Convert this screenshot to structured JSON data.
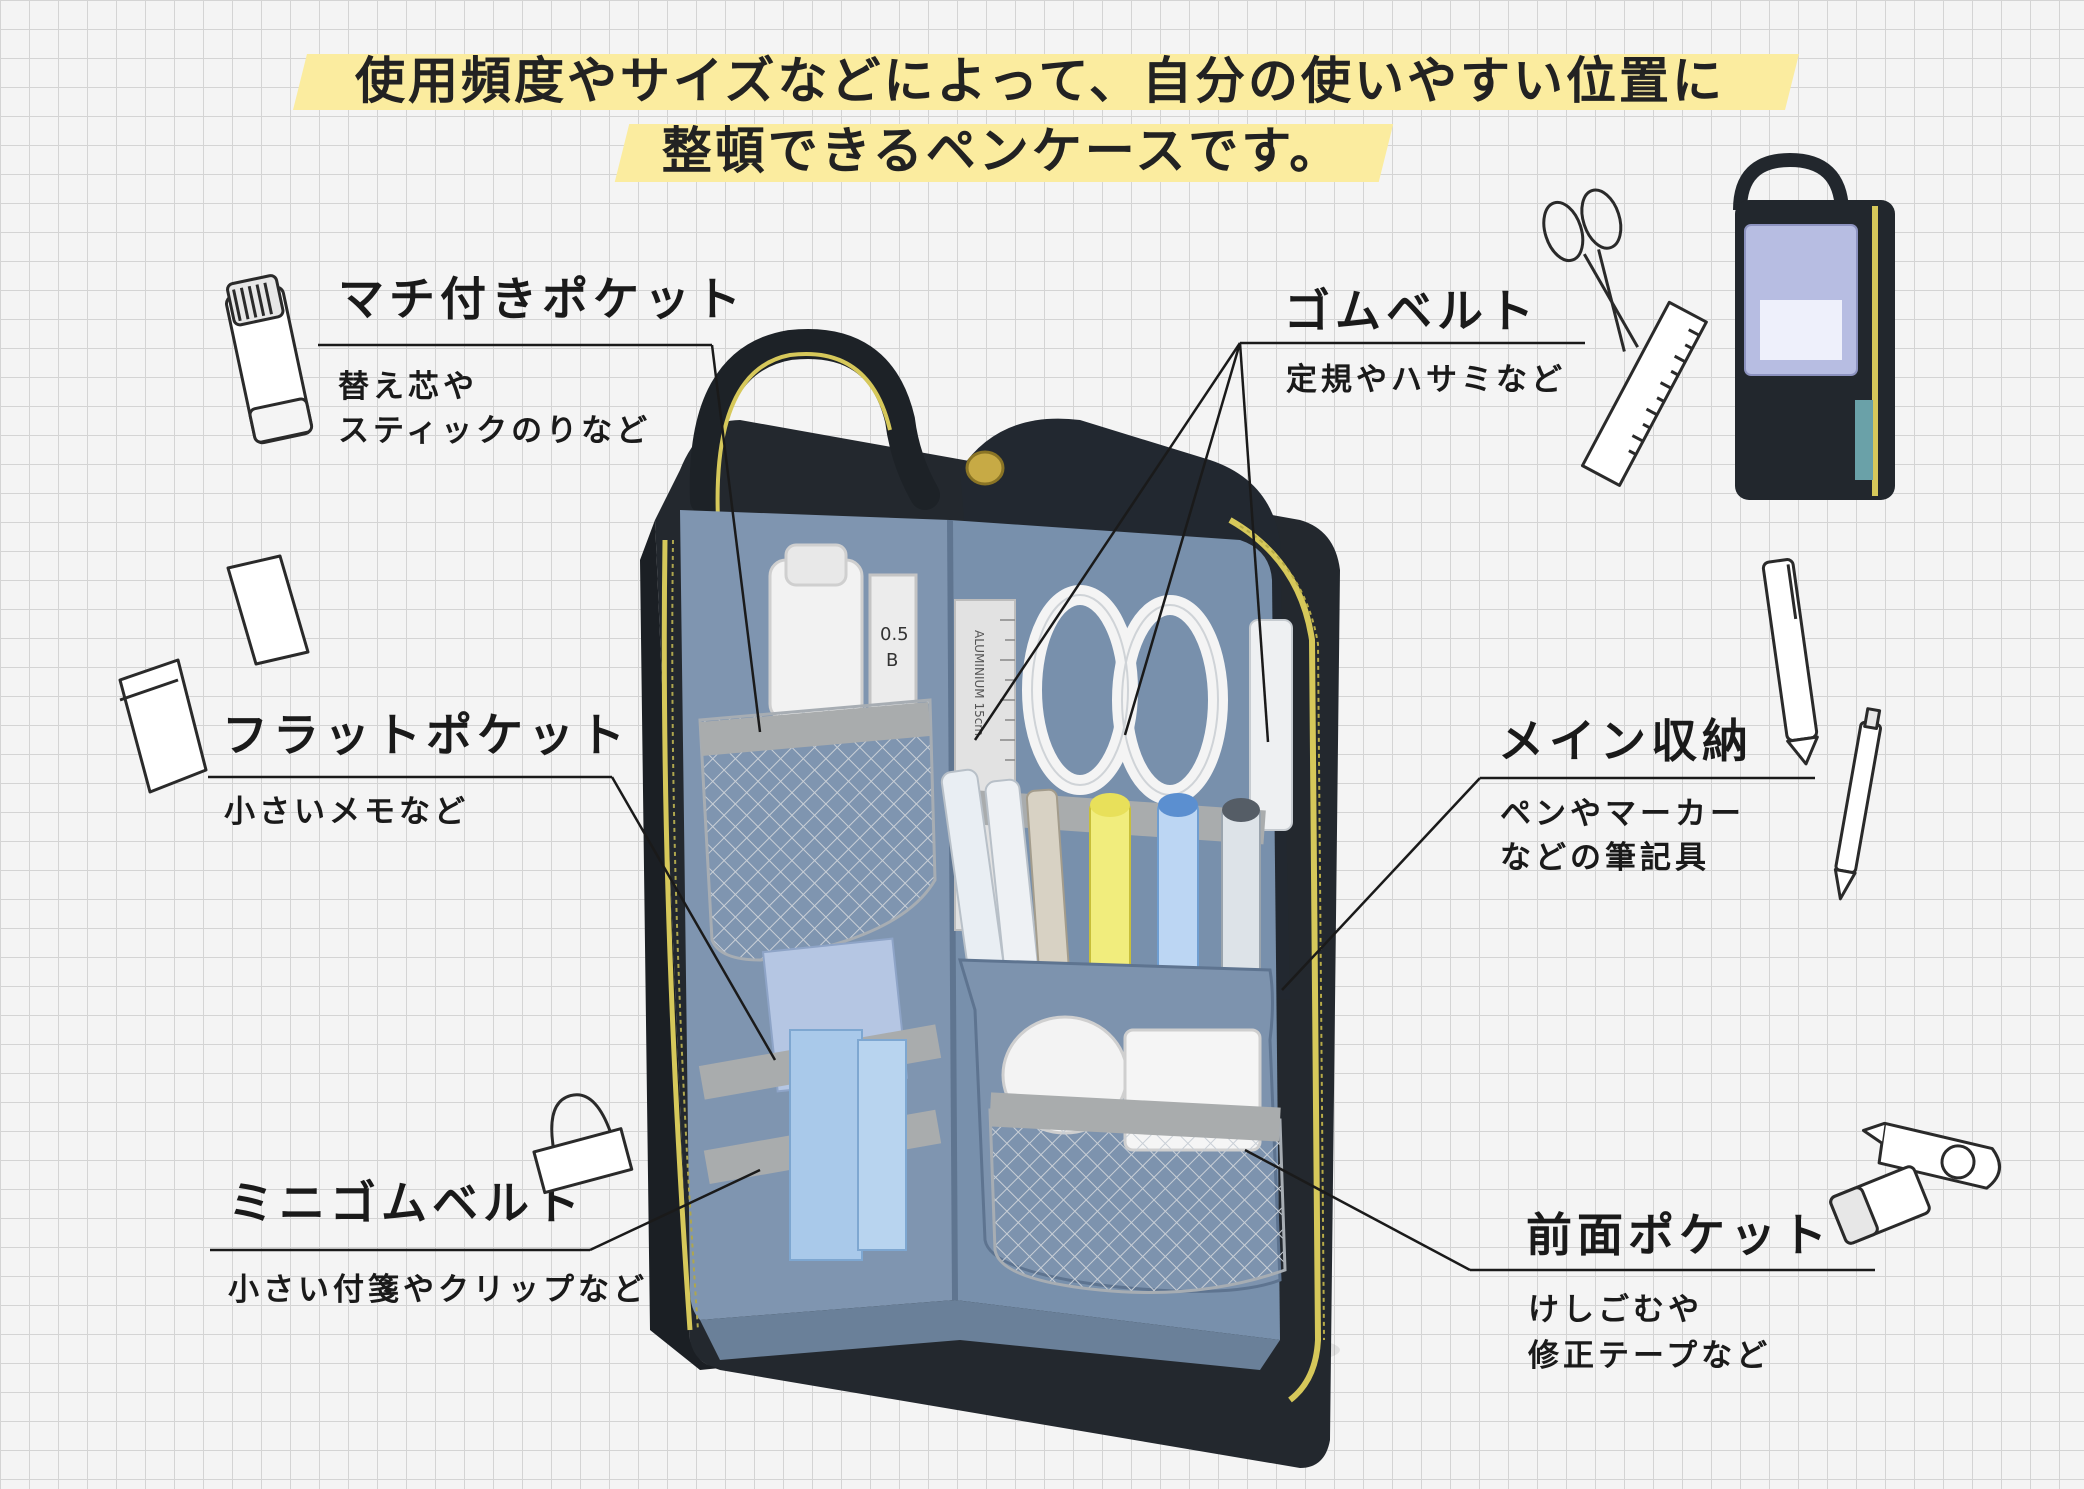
{
  "headline": {
    "line1": "使用頻度やサイズなどによって、自分の使いやすい位置に",
    "line2": "整頓できるペンケースです。",
    "highlight_color": "#fbec9f"
  },
  "callouts": {
    "machi_pocket": {
      "title": "マチ付きポケット",
      "desc_1": "替え芯や",
      "desc_2": "スティックのりなど"
    },
    "flat_pocket": {
      "title": "フラットポケット",
      "desc_1": "小さいメモなど"
    },
    "mini_gum_belt": {
      "title": "ミニゴムベルト",
      "desc_1": "小さい付箋やクリップなど"
    },
    "gum_belt": {
      "title": "ゴムベルト",
      "desc_1": "定規やハサミなど"
    },
    "main_storage": {
      "title": "メイン収納",
      "desc_1": "ペンやマーカー",
      "desc_2": "などの筆記具"
    },
    "front_pocket": {
      "title": "前面ポケット",
      "desc_1": "けしごむや",
      "desc_2": "修正テープなど"
    }
  },
  "photo": {
    "lead_label": "0.5",
    "lead_label_2": "B",
    "ruler_text": "ALUMINIUM 15cm",
    "case_fabric_color": "#24292f",
    "lining_color": "#7d93ae",
    "zipper_color": "#d6c85a"
  },
  "icons": [
    "glue-stick-icon",
    "memo-pad-icon",
    "binder-clip-icon",
    "scissors-icon",
    "ruler-icon",
    "pen-icon",
    "mechanical-pencil-icon",
    "correction-tape-icon",
    "eraser-icon",
    "product-package-icon"
  ]
}
